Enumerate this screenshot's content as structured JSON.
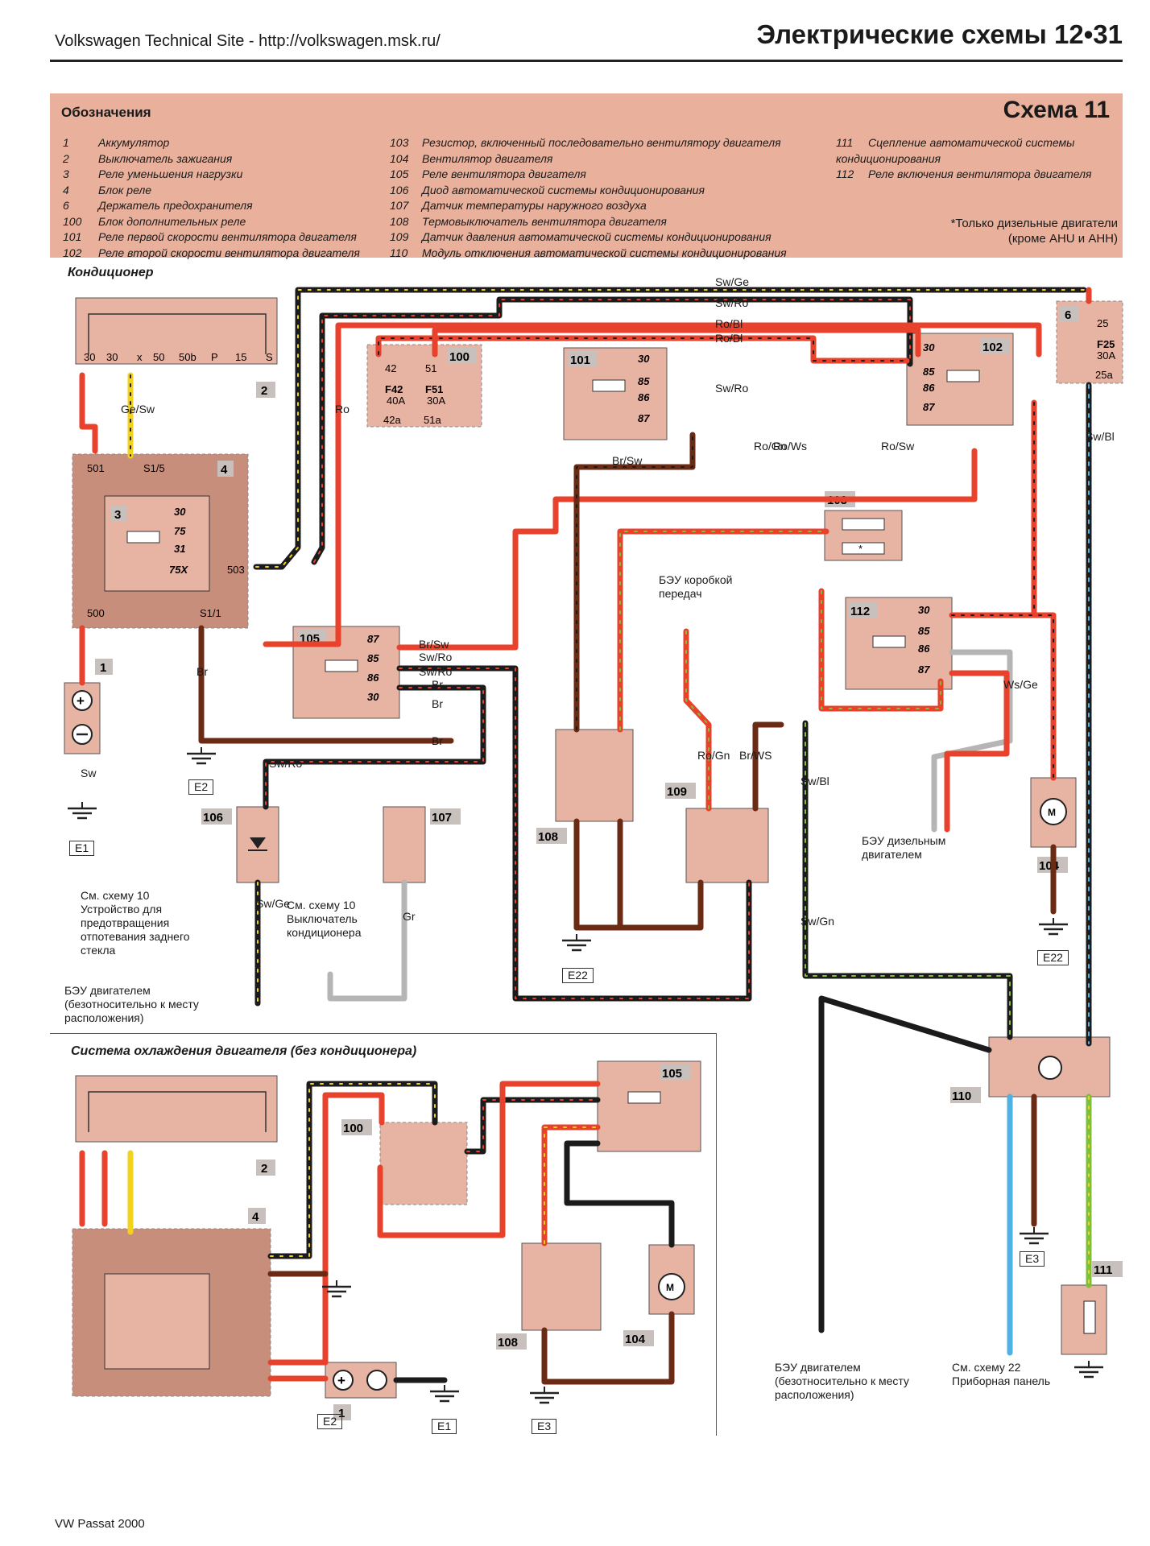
{
  "header": {
    "site": "Volkswagen Technical Site - http://volkswagen.msk.ru/",
    "title": "Электрические схемы 12•31"
  },
  "legend": {
    "title": "Обозначения",
    "scheme": "Схема 11",
    "col1": [
      {
        "num": "1",
        "text": "Аккумулятор"
      },
      {
        "num": "2",
        "text": "Выключатель зажигания"
      },
      {
        "num": "3",
        "text": "Реле уменьшения нагрузки"
      },
      {
        "num": "4",
        "text": "Блок реле"
      },
      {
        "num": "6",
        "text": "Держатель предохранителя"
      },
      {
        "num": "100",
        "text": "Блок дополнительных реле"
      },
      {
        "num": "101",
        "text": "Реле первой скорости вентилятора двигателя"
      },
      {
        "num": "102",
        "text": "Реле второй скорости вентилятора двигателя"
      }
    ],
    "col2": [
      {
        "num": "103",
        "text": "Резистор, включенный последовательно вентилятору двигателя"
      },
      {
        "num": "104",
        "text": "Вентилятор двигателя"
      },
      {
        "num": "105",
        "text": "Реле вентилятора двигателя"
      },
      {
        "num": "106",
        "text": "Диод автоматической системы кондиционирования"
      },
      {
        "num": "107",
        "text": "Датчик температуры наружного воздуха"
      },
      {
        "num": "108",
        "text": "Термовыключатель вентилятора двигателя"
      },
      {
        "num": "109",
        "text": "Датчик давления автоматической системы кондиционирования"
      },
      {
        "num": "110",
        "text": "Модуль отключения автоматической системы кондиционирования"
      }
    ],
    "col3": [
      {
        "num": "111",
        "text": "Сцепление автоматической системы кондиционирования"
      },
      {
        "num": "112",
        "text": "Реле включения вентилятора двигателя"
      }
    ],
    "note": [
      "*Только дизельные двигатели",
      "(кроме AHU и AHH)"
    ]
  },
  "sections": {
    "ac": "Кондиционер",
    "cooling": "Система охлаждения двигателя (без кондиционера)"
  },
  "colors": {
    "legend_bg": "#e9b09c",
    "component_fill": "#e7b3a2",
    "wire_red": "#e8412c",
    "wire_black": "#1b1b1b",
    "wire_brown": "#6b2a14",
    "wire_yellow": "#f2d21b",
    "wire_blue": "#4fb2e3",
    "wire_green": "#7fbf3a",
    "wire_grey": "#b5b5b5"
  },
  "diagram": {
    "ac": {
      "ignition_terminals": [
        "30",
        "30",
        "x",
        "50",
        "50b",
        "P",
        "15",
        "S"
      ],
      "relay_block_labels": [
        "501",
        "S1/5",
        "503",
        "500",
        "S1/1"
      ],
      "relay3_pins": [
        "30",
        "75",
        "31",
        "75X"
      ],
      "fuse100": [
        "42",
        "51",
        "F42",
        "F51",
        "40A",
        "30A",
        "42a",
        "51a"
      ],
      "relay101_pins": [
        "30",
        "85",
        "86",
        "87"
      ],
      "relay102_pins": [
        "30",
        "85",
        "86",
        "87"
      ],
      "fuse6": [
        "25",
        "F25",
        "30A",
        "25a"
      ],
      "relay105_pins": [
        "87",
        "85",
        "86",
        "30"
      ],
      "relay112_pins": [
        "30",
        "85",
        "86",
        "87"
      ],
      "wires": [
        "Sw/Ge",
        "Sw/Ro",
        "Ro/Bl",
        "Ro/Bl",
        "Sw/Ro",
        "Br/Sw",
        "Ro",
        "Ge/Sw",
        "Br",
        "Sw",
        "Sw/Bl",
        "Ro/Gn",
        "Ro/Ws",
        "Ro/Sw",
        "Br/Sw",
        "Sw/Ro",
        "Sw/Ro",
        "Br",
        "Br",
        "Br",
        "Sw/Ro",
        "Ro/Gn",
        "Br/WS",
        "Sw/Bl",
        "Sw/Gn",
        "Ws/Ge",
        "Sw/Ge",
        "Gr"
      ],
      "ground_labels": [
        "E1",
        "E2",
        "E22",
        "E22"
      ],
      "notes": {
        "gearbox_ecu": "БЭУ коробкой передач",
        "diesel_ecu": "БЭУ дизельным двигателем",
        "scheme10_defroster": "См. схему 10 Устройство для предотвращения отпотевания заднего стекла",
        "scheme10_switch": "См. схему 10 Выключатель кондиционера",
        "engine_ecu": "БЭУ двигателем (безотносительно к месту расположения)"
      }
    },
    "cooling": {
      "ground_labels": [
        "E2",
        "E1",
        "E3",
        "E3"
      ],
      "notes": {
        "engine_ecu": "БЭУ двигателем (безотносительно к месту расположения)",
        "scheme22": "См. схему 22 Приборная панель"
      }
    }
  },
  "footer": "VW Passat 2000"
}
